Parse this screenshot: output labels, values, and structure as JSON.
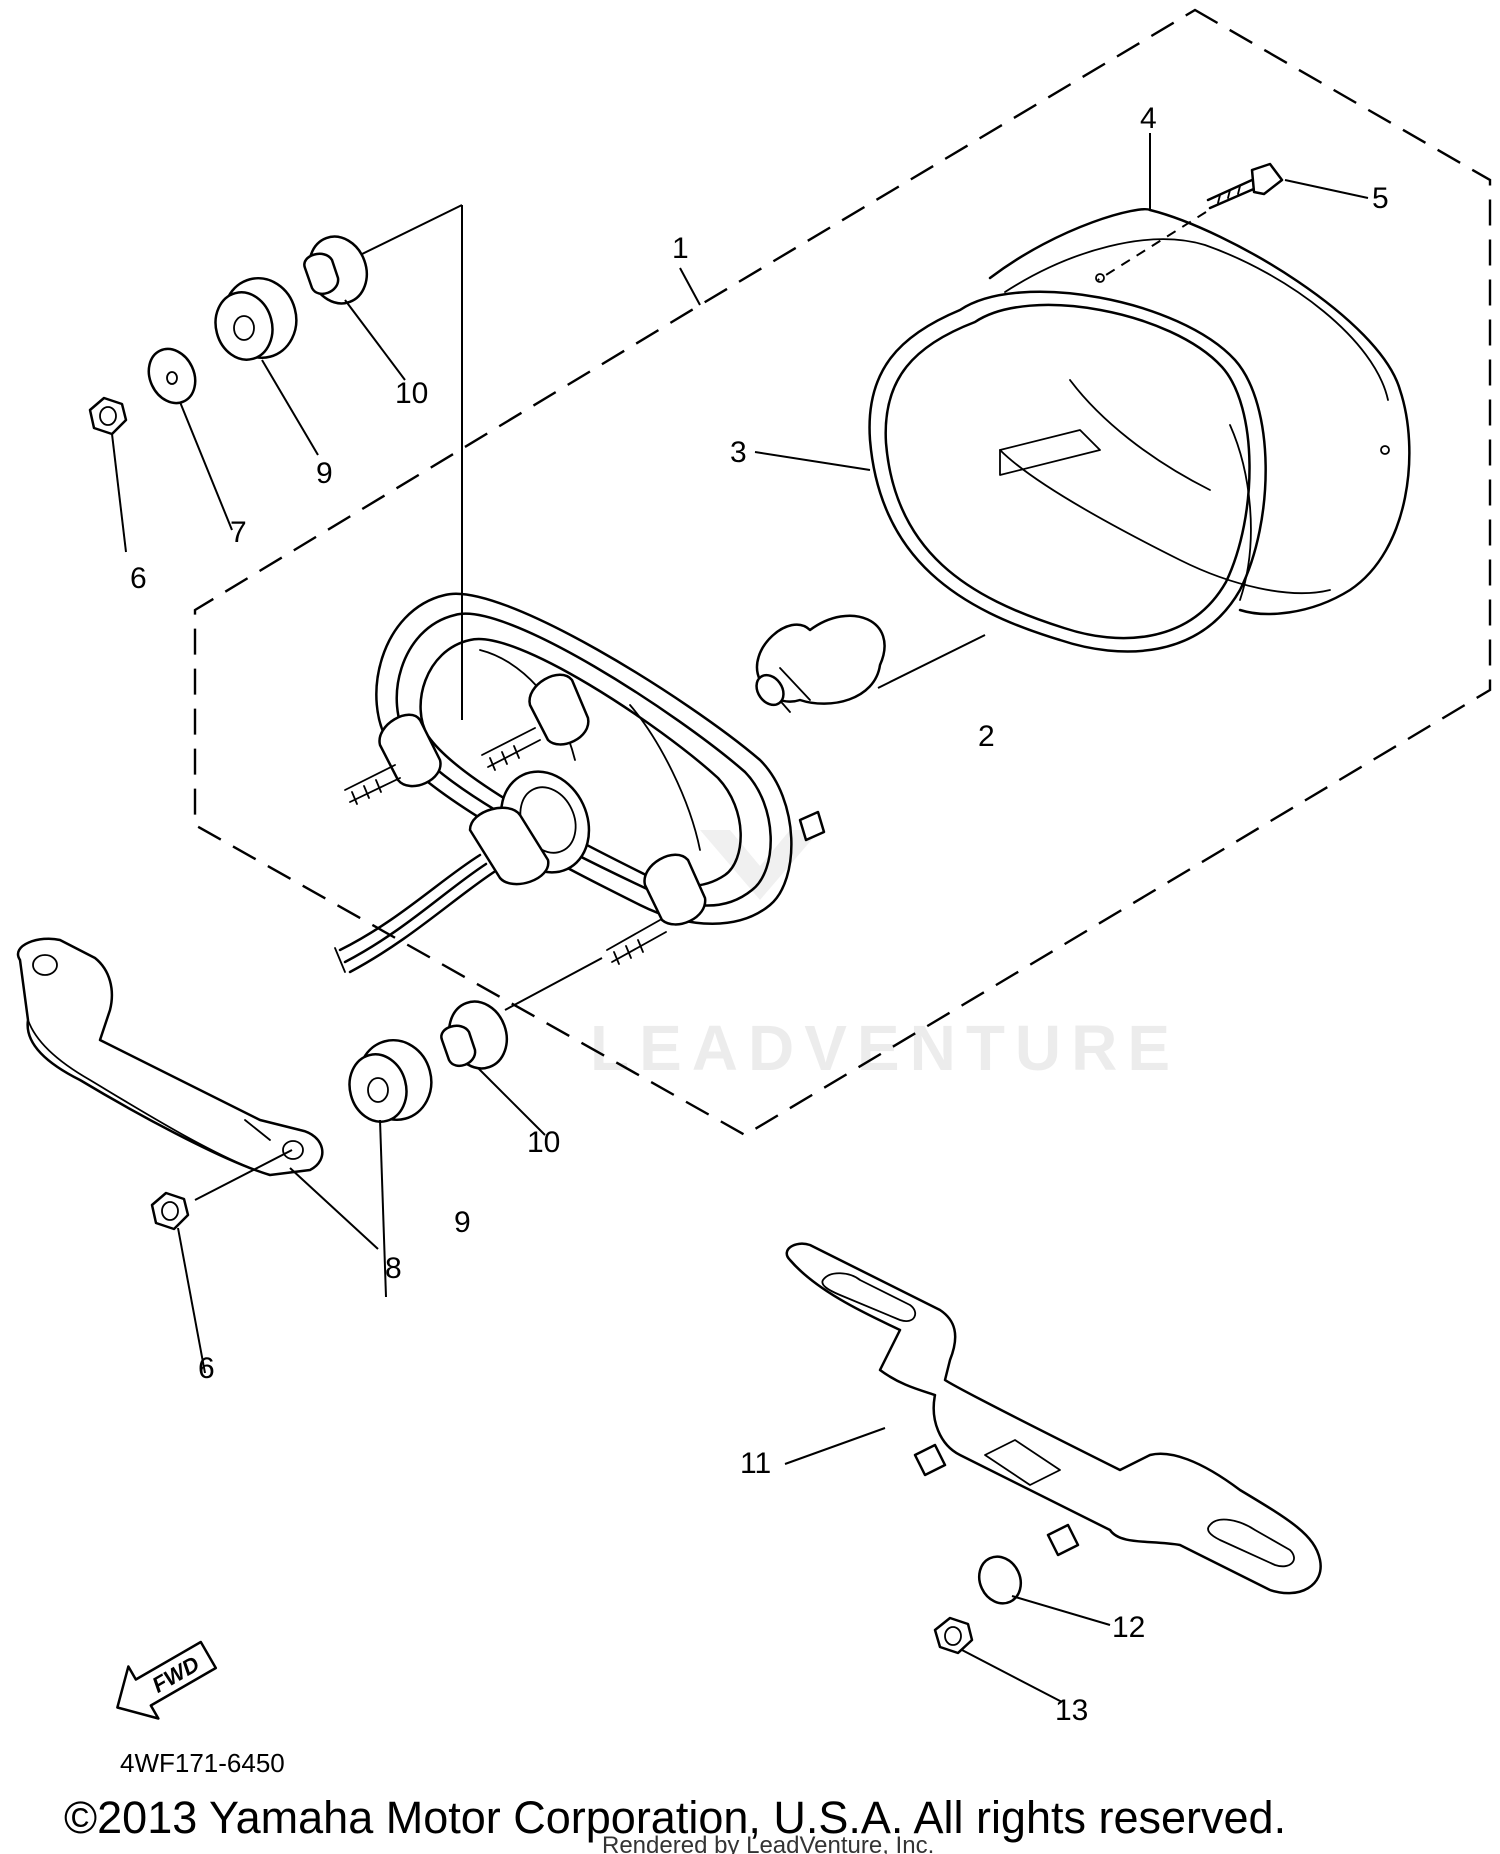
{
  "callouts": [
    "1",
    "2",
    "3",
    "4",
    "5",
    "6",
    "7",
    "9",
    "10",
    "6",
    "8",
    "9",
    "10",
    "11",
    "12",
    "13"
  ],
  "fwd_label": "FWD",
  "part_code": "4WF171-6450",
  "copyright": "©2013 Yamaha Motor Corporation, U.S.A. All rights reserved.",
  "rendered_by": "Rendered by LeadVenture, Inc.",
  "watermark": "LEADVENTURE"
}
